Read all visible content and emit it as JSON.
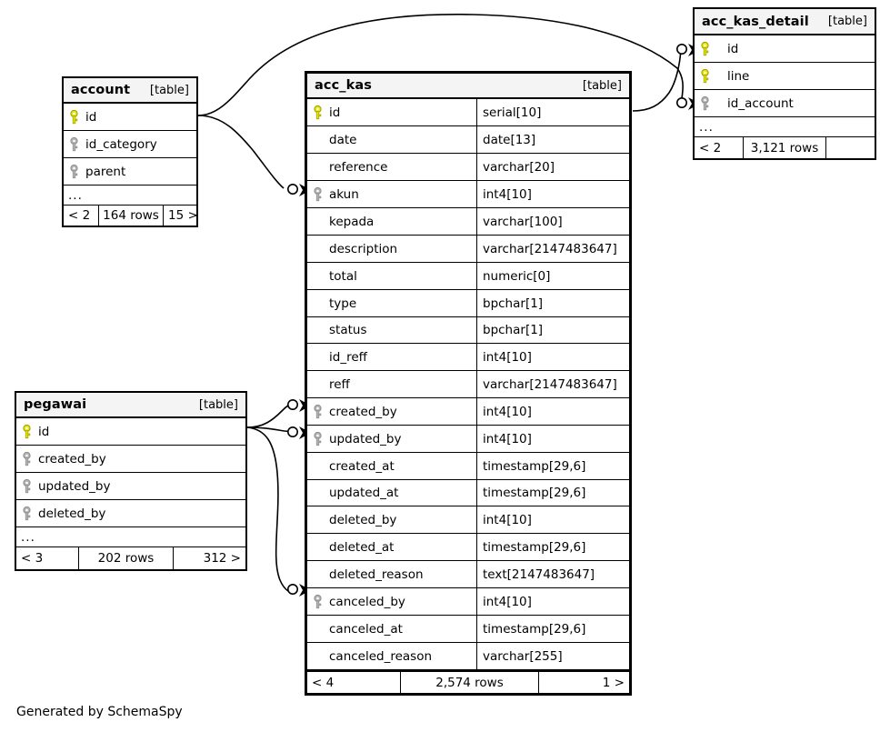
{
  "diagram": {
    "generator_note": "Generated by SchemaSpy",
    "table_kind_label": "[table]",
    "ellipsis": "...",
    "colors": {
      "background": "#ffffff",
      "header_fill": "#f4f4f4",
      "border": "#000000",
      "primary_key": "#e8e800",
      "foreign_key": "#b3b3b3",
      "edge": "#000000",
      "text": "#000000"
    }
  },
  "tables": [
    {
      "id": "account",
      "name": "account",
      "kind": "[table]",
      "columns": [
        {
          "name": "id",
          "type": "",
          "key": "primary"
        },
        {
          "name": "id_category",
          "type": "",
          "key": "foreign"
        },
        {
          "name": "parent",
          "type": "",
          "key": "foreign"
        }
      ],
      "has_more": true,
      "footer": {
        "prev": "< 2",
        "rows": "164 rows",
        "next": "15 >"
      }
    },
    {
      "id": "acc_kas_detail",
      "name": "acc_kas_detail",
      "kind": "[table]",
      "columns": [
        {
          "name": "id",
          "type": "",
          "key": "primary"
        },
        {
          "name": "line",
          "type": "",
          "key": "primary"
        },
        {
          "name": "id_account",
          "type": "",
          "key": "foreign"
        }
      ],
      "has_more": true,
      "footer": {
        "prev": "< 2",
        "rows": "3,121 rows",
        "next": ""
      }
    },
    {
      "id": "pegawai",
      "name": "pegawai",
      "kind": "[table]",
      "columns": [
        {
          "name": "id",
          "type": "",
          "key": "primary"
        },
        {
          "name": "created_by",
          "type": "",
          "key": "foreign"
        },
        {
          "name": "updated_by",
          "type": "",
          "key": "foreign"
        },
        {
          "name": "deleted_by",
          "type": "",
          "key": "foreign"
        }
      ],
      "has_more": true,
      "footer": {
        "prev": "< 3",
        "rows": "202 rows",
        "next": "312 >"
      }
    },
    {
      "id": "acc_kas",
      "name": "acc_kas",
      "kind": "[table]",
      "columns": [
        {
          "name": "id",
          "type": "serial[10]",
          "key": "primary"
        },
        {
          "name": "date",
          "type": "date[13]",
          "key": "none"
        },
        {
          "name": "reference",
          "type": "varchar[20]",
          "key": "none"
        },
        {
          "name": "akun",
          "type": "int4[10]",
          "key": "foreign"
        },
        {
          "name": "kepada",
          "type": "varchar[100]",
          "key": "none"
        },
        {
          "name": "description",
          "type": "varchar[2147483647]",
          "key": "none"
        },
        {
          "name": "total",
          "type": "numeric[0]",
          "key": "none"
        },
        {
          "name": "type",
          "type": "bpchar[1]",
          "key": "none"
        },
        {
          "name": "status",
          "type": "bpchar[1]",
          "key": "none"
        },
        {
          "name": "id_reff",
          "type": "int4[10]",
          "key": "none"
        },
        {
          "name": "reff",
          "type": "varchar[2147483647]",
          "key": "none"
        },
        {
          "name": "created_by",
          "type": "int4[10]",
          "key": "foreign"
        },
        {
          "name": "updated_by",
          "type": "int4[10]",
          "key": "foreign"
        },
        {
          "name": "created_at",
          "type": "timestamp[29,6]",
          "key": "none"
        },
        {
          "name": "updated_at",
          "type": "timestamp[29,6]",
          "key": "none"
        },
        {
          "name": "deleted_by",
          "type": "int4[10]",
          "key": "none"
        },
        {
          "name": "deleted_at",
          "type": "timestamp[29,6]",
          "key": "none"
        },
        {
          "name": "deleted_reason",
          "type": "text[2147483647]",
          "key": "none"
        },
        {
          "name": "canceled_by",
          "type": "int4[10]",
          "key": "foreign"
        },
        {
          "name": "canceled_at",
          "type": "timestamp[29,6]",
          "key": "none"
        },
        {
          "name": "canceled_reason",
          "type": "varchar[255]",
          "key": "none"
        }
      ],
      "has_more": false,
      "footer": {
        "prev": "< 4",
        "rows": "2,574 rows",
        "next": "1 >"
      }
    }
  ],
  "relationships": [
    {
      "from_table": "account",
      "from_column": "id",
      "to_table": "acc_kas",
      "to_column": "akun"
    },
    {
      "from_table": "account",
      "from_column": "id",
      "to_table": "acc_kas_detail",
      "to_column": "id_account"
    },
    {
      "from_table": "acc_kas",
      "from_column": "id",
      "to_table": "acc_kas_detail",
      "to_column": "id"
    },
    {
      "from_table": "pegawai",
      "from_column": "id",
      "to_table": "acc_kas",
      "to_column": "created_by"
    },
    {
      "from_table": "pegawai",
      "from_column": "id",
      "to_table": "acc_kas",
      "to_column": "updated_by"
    },
    {
      "from_table": "pegawai",
      "from_column": "id",
      "to_table": "acc_kas",
      "to_column": "canceled_by"
    }
  ]
}
